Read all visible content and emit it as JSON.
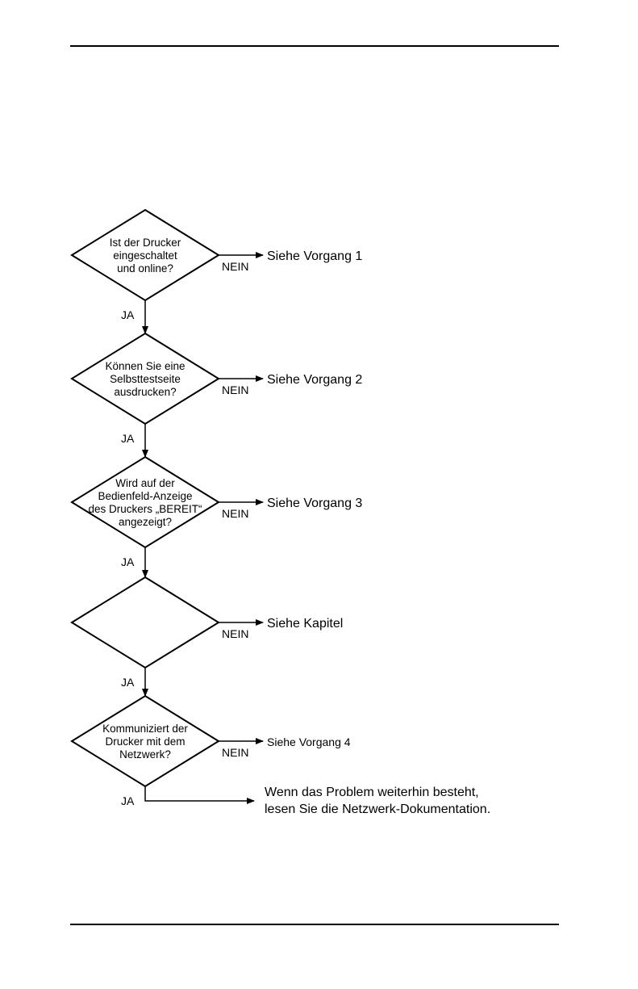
{
  "flowchart": {
    "decisions": [
      {
        "lines": [
          "Ist der Drucker",
          "eingeschaltet",
          "und online?"
        ]
      },
      {
        "lines": [
          "Können Sie eine",
          "Selbsttestseite",
          "ausdrucken?"
        ]
      },
      {
        "lines": [
          "Wird auf der",
          "Bedienfeld-Anzeige",
          "des Druckers „BEREIT“",
          "angezeigt?"
        ]
      },
      {
        "lines": []
      },
      {
        "lines": [
          "Kommuniziert der",
          "Drucker mit dem",
          "Netzwerk?"
        ]
      }
    ],
    "yes_label": "JA",
    "no_label": "NEIN",
    "no_targets": [
      "Siehe Vorgang 1",
      "Siehe Vorgang 2",
      "Siehe Vorgang 3",
      "Siehe Kapitel",
      "Siehe Vorgang 4"
    ],
    "final_lines": [
      "Wenn das Problem weiterhin besteht,",
      "lesen Sie die Netzwerk-Dokumentation."
    ]
  }
}
